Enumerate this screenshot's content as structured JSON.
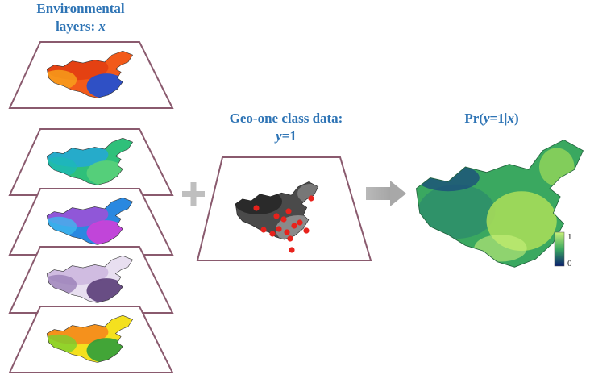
{
  "left_title": {
    "line1": "Environmental",
    "line2_prefix": "layers: ",
    "line2_var": "x"
  },
  "middle_title": {
    "line1": "Geo-one class data:",
    "line2_var": "y",
    "line2_suffix": "=1"
  },
  "right_title": {
    "prefix": "Pr(",
    "var_y": "y",
    "middle": "=1|",
    "var_x": "x",
    "suffix": ")"
  },
  "legend": {
    "max_label": "1",
    "min_label": "0",
    "color_high": "#c8f07a",
    "color_mid": "#3aa860",
    "color_low": "#0a1f6e"
  },
  "layers": [
    {
      "name": "temperature-layer",
      "colors": [
        "#f25a1a",
        "#e23d12",
        "#f7a21c",
        "#1a4fd8"
      ]
    },
    {
      "name": "precipitation-layer",
      "colors": [
        "#2fc07a",
        "#25a7d8",
        "#1db9b6",
        "#5ad07a"
      ]
    },
    {
      "name": "elevation-layer",
      "colors": [
        "#2a88e0",
        "#a24fd6",
        "#3fb7ee",
        "#d23ed8"
      ]
    },
    {
      "name": "landcover-layer",
      "colors": [
        "#e8dff0",
        "#cbb6de",
        "#9a7fb8",
        "#5a3d78"
      ]
    },
    {
      "name": "vegetation-layer",
      "colors": [
        "#f4e01e",
        "#f4821c",
        "#7ad02e",
        "#2f9e3a"
      ]
    }
  ],
  "frame_color": "#8a5a6e",
  "plus_sign": "+",
  "presence_points": 14
}
